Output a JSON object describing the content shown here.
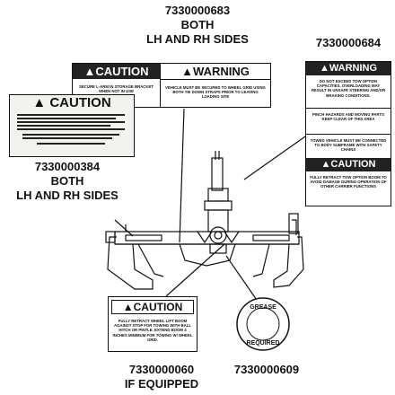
{
  "part_numbers": {
    "top_center": {
      "number": "7330000683",
      "line2": "BOTH",
      "line3": "LH AND RH SIDES"
    },
    "top_right": {
      "number": "7330000684"
    },
    "left": {
      "number": "7330000384",
      "line2": "BOTH",
      "line3": "LH AND RH SIDES"
    },
    "bottom_left": {
      "number": "7330000060",
      "line2": "IF EQUIPPED"
    },
    "bottom_right": {
      "number": "7330000609"
    }
  },
  "label_683": {
    "caution_header": "CAUTION",
    "caution_text": "SECURE L-ARM IN STORAGE BRACKET WHEN NOT IN USE",
    "warning_header": "WARNING",
    "warning_text": "VEHICLE MUST BE SECURED TO WHEEL GRID USING BOTH TIE DOWN STRAPS PRIOR TO LEAVING LOADING SITE"
  },
  "label_684": {
    "warning_header": "WARNING",
    "text1": "DO NOT EXCEED TOW OPTION CAPACITIES. OVERLOADING MAY RESULT IN UNSAFE STEERING AND/OR BRAKING CONDITIONS.",
    "text2": "PINCH HAZARDS AND MOVING PARTS KEEP CLEAR OF THIS AREA",
    "text3": "TOWED VEHICLE MUST BE CONNECTED TO BODY SUBFRAME WITH SAFETY CHAINS",
    "caution_header": "CAUTION",
    "caution_text": "FULLY RETRACT TOW OPTION BOOM TO AVOID DAMAGE DURING OPERATION OF OTHER CARRIER FUNCTIONS"
  },
  "label_384": {
    "caution_header": "CAUTION"
  },
  "label_060": {
    "caution_header": "CAUTION",
    "text": "FULLY RETRACT WHEEL LIFT BOOM AGAINST STOP FOR TOWING WITH BALL HITCH OR PINTLE. EXTEND BOOM 4 INCHES MINIMUM FOR TOWING W/ WHEEL GRID."
  },
  "label_609": {
    "top_text": "GREASE",
    "bottom_text": "REQUIRED"
  },
  "colors": {
    "ink": "#111111",
    "label_fill": "#ffffff",
    "header_fill": "#222222"
  }
}
